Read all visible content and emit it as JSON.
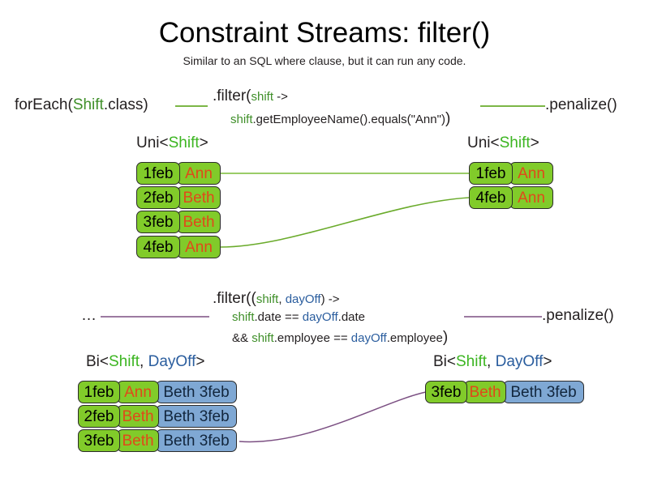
{
  "slide": {
    "title": "Constraint Streams: filter()",
    "subtitle": "Similar to an SQL where clause, but it can run any code."
  },
  "section_uni": {
    "source_call": {
      "prefix": "forEach(",
      "type": "Shift",
      "suffix": ".class)"
    },
    "filter": {
      "head_method": ".filter(",
      "lambda_param": "shift",
      "arrow": " ->",
      "body_var": "shift",
      "body_rest": ".getEmployeeName().equals(\"Ann\")",
      "close_paren": ")"
    },
    "terminal_call": ".penalize()",
    "input_type": {
      "prefix": "Uni<",
      "a": "Shift",
      "suffix": ">"
    },
    "output_type": {
      "prefix": "Uni<",
      "a": "Shift",
      "suffix": ">"
    },
    "input_tuples": [
      {
        "date": "1feb",
        "name": "Ann"
      },
      {
        "date": "2feb",
        "name": "Beth"
      },
      {
        "date": "3feb",
        "name": "Beth"
      },
      {
        "date": "4feb",
        "name": "Ann"
      }
    ],
    "output_tuples": [
      {
        "date": "1feb",
        "name": "Ann"
      },
      {
        "date": "4feb",
        "name": "Ann"
      }
    ]
  },
  "section_bi": {
    "source_call": "…",
    "filter": {
      "head_method": ".filter((",
      "lambda_param_a": "shift",
      "lambda_sep": ", ",
      "lambda_param_b": "dayOff",
      "arrow": ") ->",
      "line2_a": "shift",
      "line2_mid": ".date == ",
      "line2_b": "dayOff",
      "line2_end": ".date",
      "line3_pre": "&& ",
      "line3_a": "shift",
      "line3_mid": ".employee == ",
      "line3_b": "dayOff",
      "line3_end": ".employee",
      "close_paren": ")"
    },
    "terminal_call": ".penalize()",
    "input_type": {
      "prefix": "Bi<",
      "a": "Shift",
      "sep": ", ",
      "b": "DayOff",
      "suffix": ">"
    },
    "output_type": {
      "prefix": "Bi<",
      "a": "Shift",
      "sep": ", ",
      "b": "DayOff",
      "suffix": ">"
    },
    "input_tuples": [
      {
        "date": "1feb",
        "name": "Ann",
        "dayoff": "Beth 3feb"
      },
      {
        "date": "2feb",
        "name": "Beth",
        "dayoff": "Beth 3feb"
      },
      {
        "date": "3feb",
        "name": "Beth",
        "dayoff": "Beth 3feb"
      }
    ],
    "output_tuples": [
      {
        "date": "3feb",
        "name": "Beth",
        "dayoff": "Beth 3feb"
      }
    ]
  },
  "colors": {
    "shift_green": "#81cb2a",
    "dayoff_blue": "#7fa8d4",
    "name_orange": "#e0491a",
    "link_green": "#6aab2b",
    "link_purple": "#7b4f82",
    "type_green": "#3cb521",
    "type_blue": "#2a5d9e"
  }
}
